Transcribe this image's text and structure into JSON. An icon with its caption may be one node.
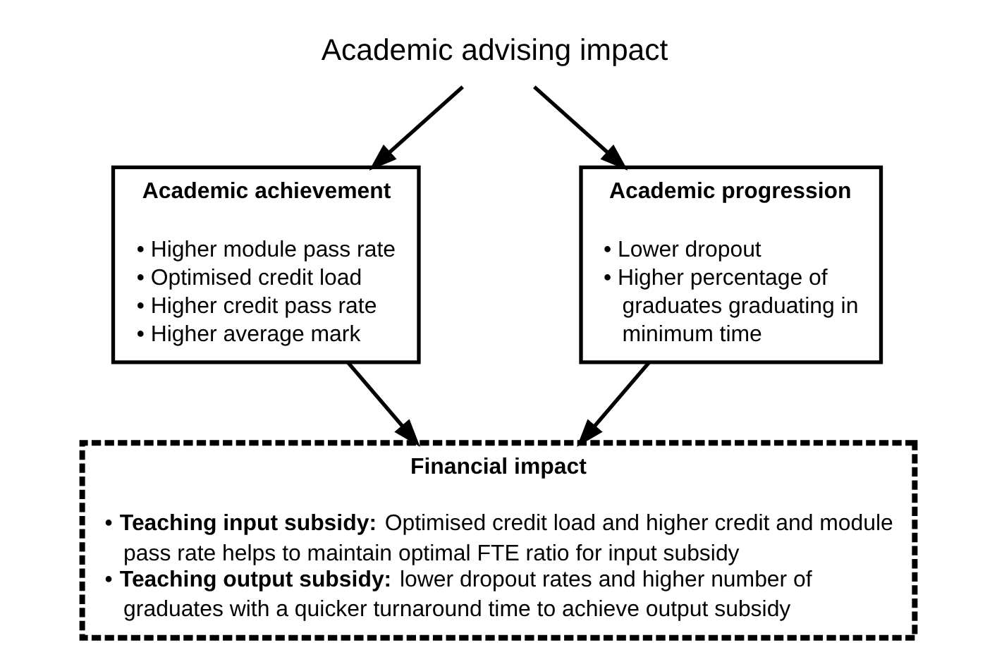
{
  "diagram": {
    "nodes": [
      {
        "text": [
          "Academic advising impact"
        ]
      },
      {
        "text": [
          "Academic achievement",
          "• Higher module pass rate",
          "• Optimised credit load",
          "• Higher credit pass rate",
          "• Higher average mark"
        ]
      },
      {
        "text": [
          "Academic progression",
          "• Lower dropout",
          "• Higher percentage of graduates graduating in minimum time"
        ]
      },
      {
        "text": [
          "Financial impact",
          "• **Teaching input subsidy:** Optimised credit load and higher credit and module pass rate helps to maintain optimal FTE ratio for input subsidy",
          "• **Teaching output subsidy:** lower dropout rates and higher number of graduates with a quicker turnaround time to achieve output subsidy"
        ]
      }
    ],
    "edges": [
      {
        "from": 0,
        "to": 1,
        "arrow": "to"
      },
      {
        "from": 0,
        "to": 2,
        "arrow": "to"
      },
      {
        "from": 1,
        "to": 3,
        "arrow": "to"
      },
      {
        "from": 2,
        "to": 3,
        "arrow": "to"
      }
    ]
  }
}
